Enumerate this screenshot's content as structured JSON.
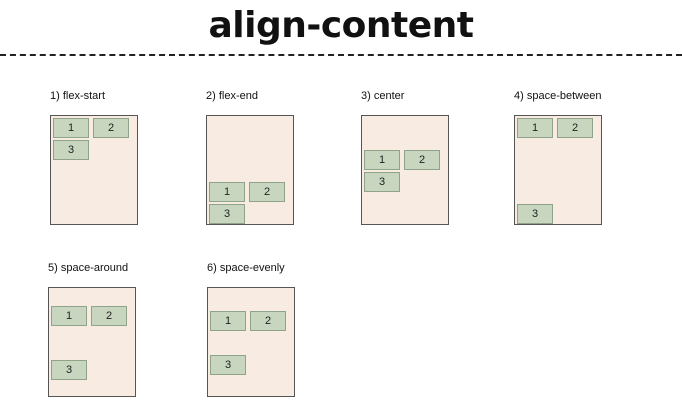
{
  "title": "align-content",
  "examples": [
    {
      "label": "1) flex-start",
      "items": [
        "1",
        "2",
        "3"
      ]
    },
    {
      "label": "2) flex-end",
      "items": [
        "1",
        "2",
        "3"
      ]
    },
    {
      "label": "3) center",
      "items": [
        "1",
        "2",
        "3"
      ]
    },
    {
      "label": "4) space-between",
      "items": [
        "1",
        "2",
        "3"
      ]
    },
    {
      "label": "5) space-around",
      "items": [
        "1",
        "2",
        "3"
      ]
    },
    {
      "label": "6) space-evenly",
      "items": [
        "1",
        "2",
        "3"
      ]
    }
  ],
  "colors": {
    "container_bg": "#f7ebe2",
    "container_border": "#555555",
    "item_bg": "#c8d6c0",
    "item_border": "#8fa28a"
  }
}
